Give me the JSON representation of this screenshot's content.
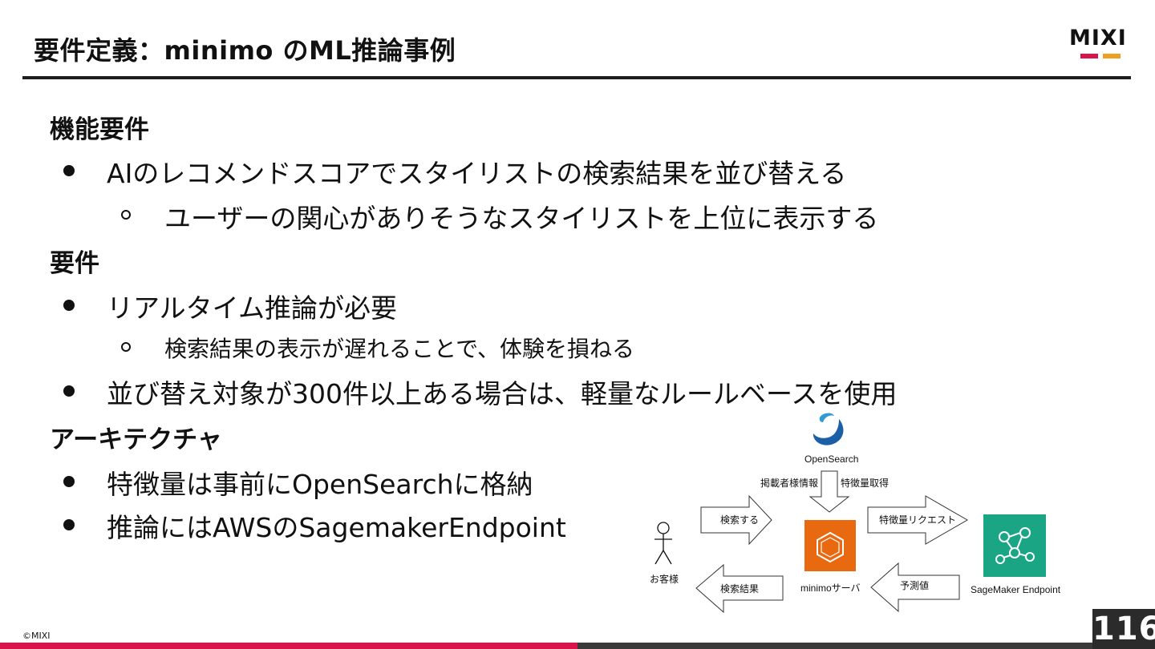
{
  "header": {
    "title": "要件定義：minimo のML推論事例",
    "logo_text": "MIXI"
  },
  "sections": {
    "functional_heading": "機能要件",
    "functional_b1": "AIのレコメンドスコアでスタイリストの検索結果を並び替える",
    "functional_b1_sub": "ユーザーの関心がありそうなスタイリストを上位に表示する",
    "requirements_heading": "要件",
    "requirements_b1": "リアルタイム推論が必要",
    "requirements_b1_sub": "検索結果の表示が遅れることで、体験を損ねる",
    "requirements_b2": "並び替え対象が300件以上ある場合は、軽量なルールベースを使用",
    "architecture_heading": "アーキテクチャ",
    "architecture_b1": "特徴量は事前にOpenSearchに格納",
    "architecture_b2": "推論にはAWSのSagemakerEndpoint"
  },
  "diagram": {
    "opensearch_label": "OpenSearch",
    "poster_info_label": "掲載者様情報",
    "feature_fetch_label": "特徴量取得",
    "search_label": "検索する",
    "feature_request_label": "特徴量リクエスト",
    "customer_label": "お客様",
    "search_result_label": "検索結果",
    "server_label": "minimoサーバ",
    "prediction_label": "予測値",
    "sagemaker_label": "SageMaker Endpoint"
  },
  "footer": {
    "copyright": "©MIXI",
    "page_number": "116"
  },
  "colors": {
    "accent_magenta": "#d8154a",
    "accent_orange": "#f0a020",
    "server_orange": "#e8690f",
    "sagemaker_green": "#1aa684",
    "opensearch_blue": "#1b5fa6"
  }
}
